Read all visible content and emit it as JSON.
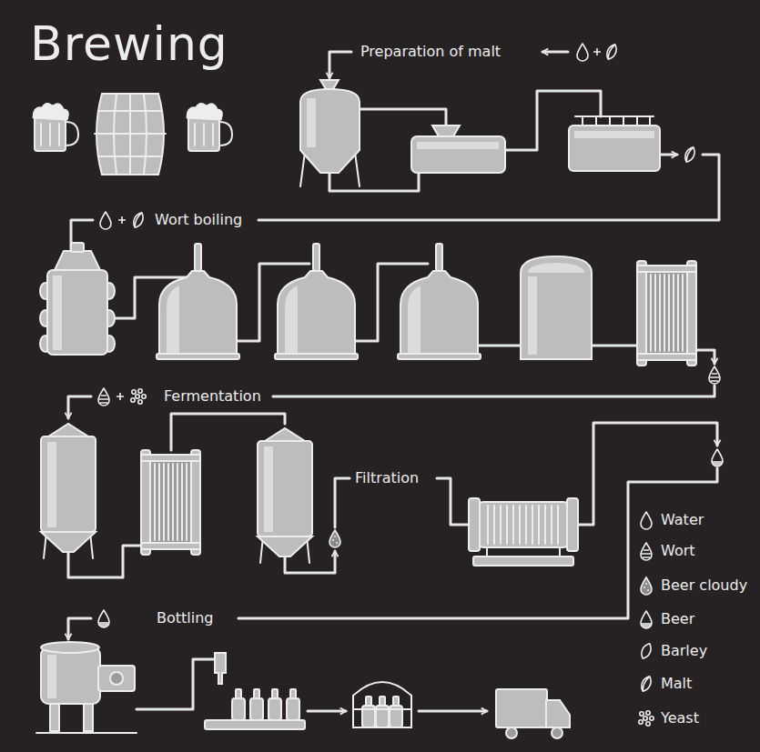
{
  "diagram": {
    "title": "Brewing",
    "labels": [
      "Preparation of malt",
      "Wort boiling",
      "Fermentation",
      "Filtration",
      "Bottling"
    ],
    "legend": [
      {
        "text": "Water"
      },
      {
        "text": "Wort"
      },
      {
        "text": "Beer cloudy"
      },
      {
        "text": "Beer"
      },
      {
        "text": "Barley"
      },
      {
        "text": "Malt"
      },
      {
        "text": "Yeast"
      }
    ]
  }
}
